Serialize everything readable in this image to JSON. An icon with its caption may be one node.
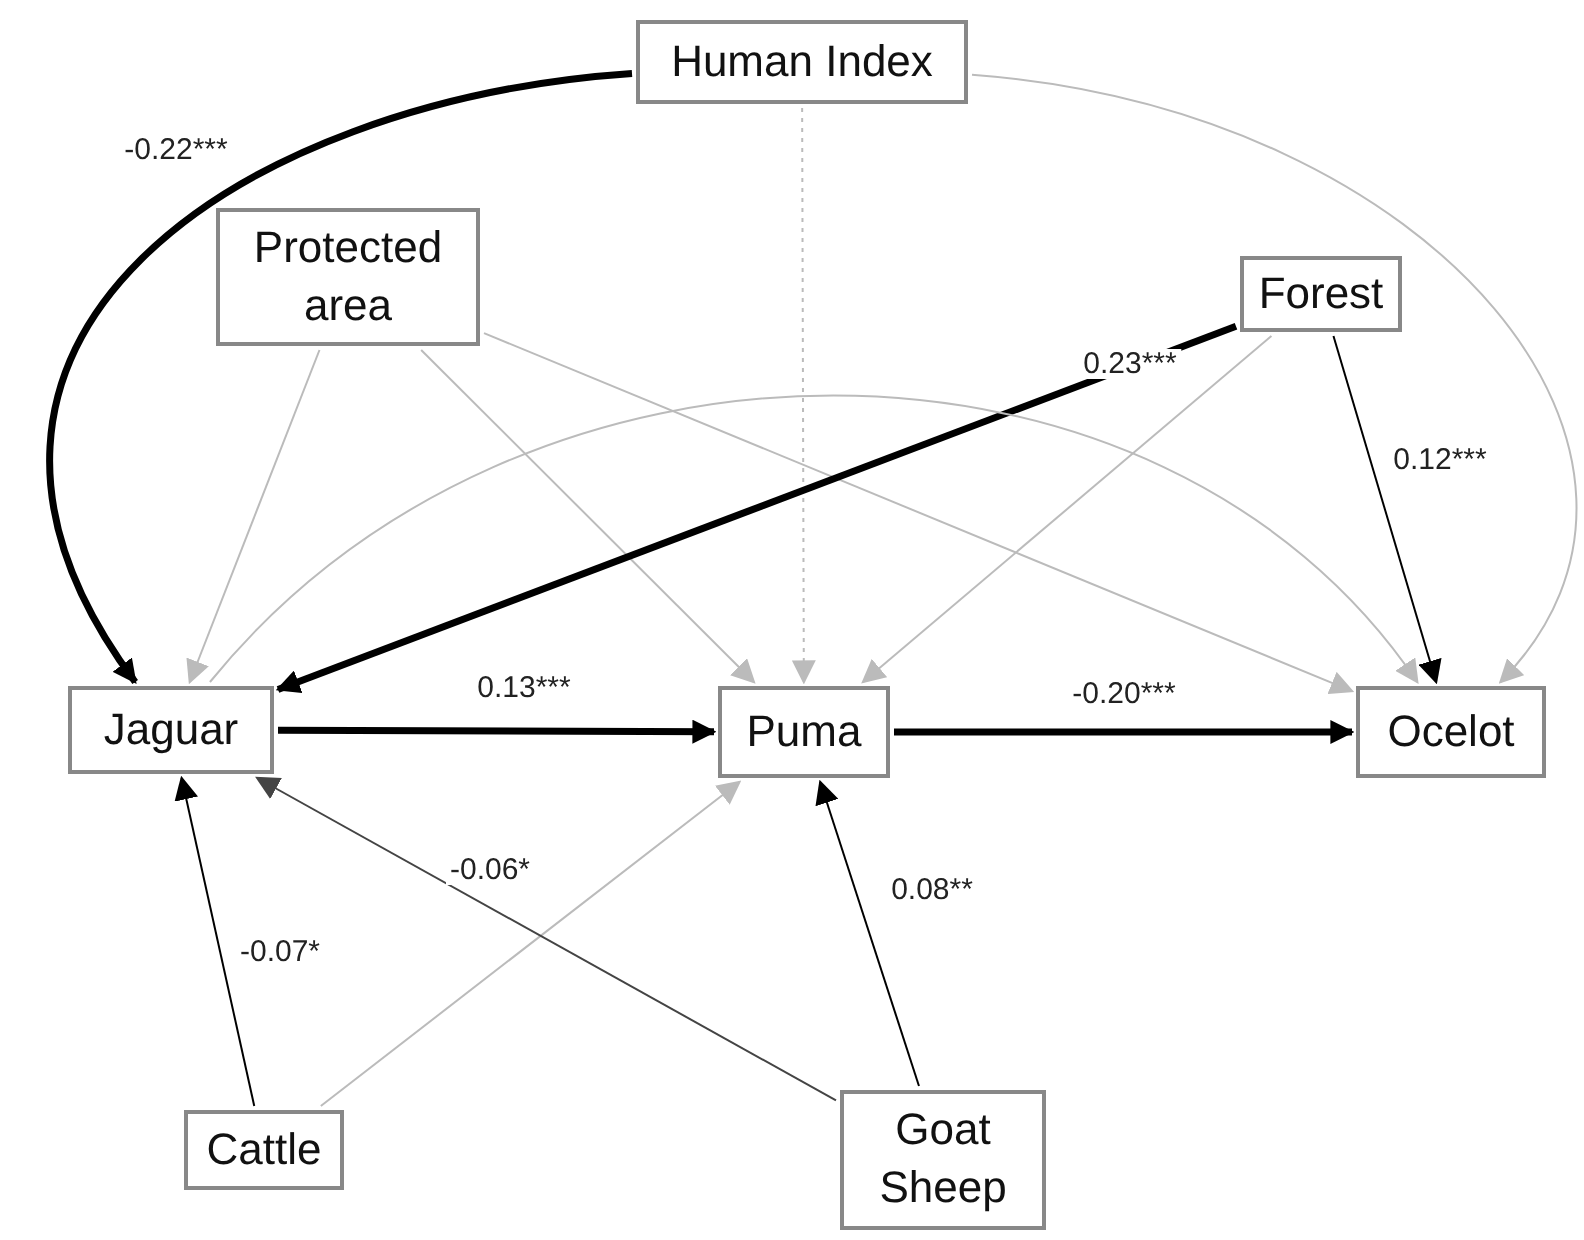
{
  "diagram": {
    "nodes": [
      {
        "text": [
          "Human Index"
        ]
      },
      {
        "text": [
          "Protected area"
        ]
      },
      {
        "text": [
          "Forest"
        ]
      },
      {
        "text": [
          "Jaguar"
        ]
      },
      {
        "text": [
          "Puma"
        ]
      },
      {
        "text": [
          "Ocelot"
        ]
      },
      {
        "text": [
          "Cattle"
        ]
      },
      {
        "text": [
          "Goat Sheep"
        ]
      }
    ],
    "edges": [
      {
        "from": 0,
        "to": 3,
        "arrow": "to",
        "label": "-0.22***",
        "style": "thick",
        "color": "#000000"
      },
      {
        "from": 0,
        "to": 4,
        "arrow": "to",
        "style": "dashed",
        "color": "#bbbbbb"
      },
      {
        "from": 0,
        "to": 5,
        "arrow": "to",
        "color": "#bbbbbb"
      },
      {
        "from": 1,
        "to": 3,
        "arrow": "to",
        "color": "#bbbbbb"
      },
      {
        "from": 1,
        "to": 4,
        "arrow": "to",
        "color": "#bbbbbb"
      },
      {
        "from": 1,
        "to": 5,
        "arrow": "to",
        "color": "#bbbbbb"
      },
      {
        "from": 2,
        "to": 3,
        "arrow": "to",
        "label": "0.23***",
        "style": "thick",
        "color": "#000000"
      },
      {
        "from": 2,
        "to": 4,
        "arrow": "to",
        "color": "#bbbbbb"
      },
      {
        "from": 2,
        "to": 5,
        "arrow": "to",
        "label": "0.12***",
        "color": "#000000"
      },
      {
        "from": 3,
        "to": 4,
        "arrow": "to",
        "label": "0.13***",
        "style": "thick",
        "color": "#000000"
      },
      {
        "from": 4,
        "to": 5,
        "arrow": "to",
        "label": "-0.20***",
        "style": "thick",
        "color": "#000000"
      },
      {
        "from": 3,
        "to": 5,
        "arrow": "to",
        "color": "#bbbbbb"
      },
      {
        "from": 6,
        "to": 3,
        "arrow": "to",
        "label": "-0.07*",
        "color": "#000000"
      },
      {
        "from": 6,
        "to": 4,
        "arrow": "to",
        "color": "#bbbbbb"
      },
      {
        "from": 7,
        "to": 3,
        "arrow": "to",
        "label": "-0.06*",
        "color": "#444444"
      },
      {
        "from": 7,
        "to": 4,
        "arrow": "to",
        "label": "0.08**",
        "color": "#000000"
      }
    ]
  }
}
